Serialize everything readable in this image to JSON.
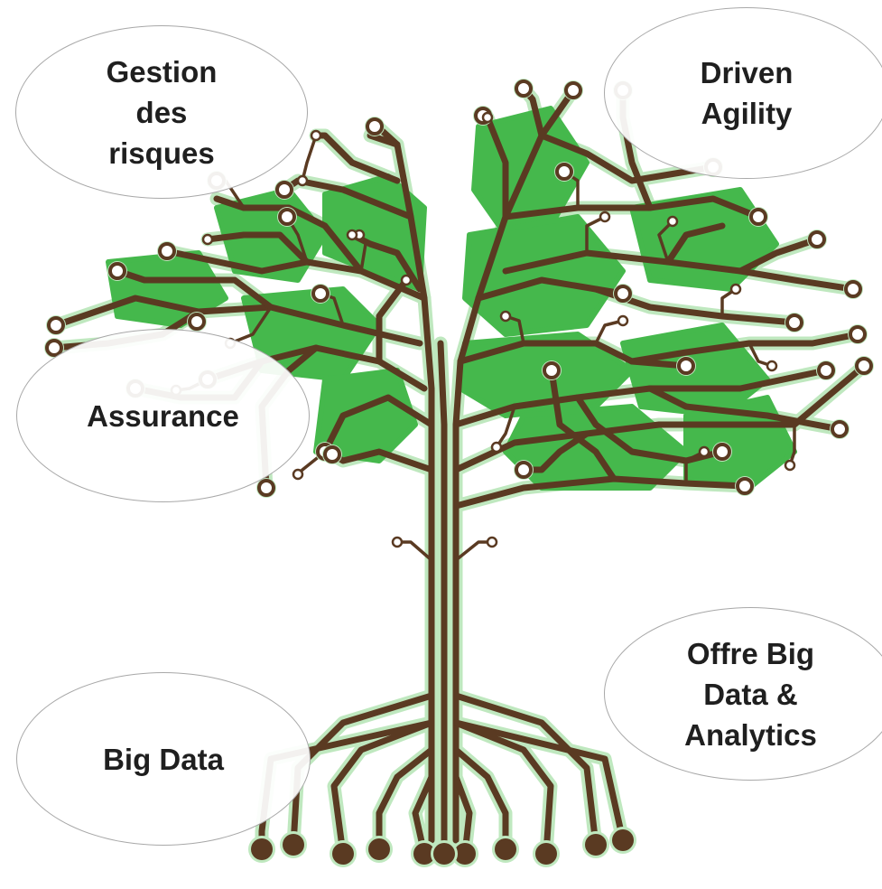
{
  "labels": {
    "gestion": "Gestion\ndes\nrisques",
    "driven": "Driven\nAgility",
    "assurance": "Assurance",
    "offre": "Offre Big\nData &\nAnalytics",
    "bigdata": "Big Data"
  },
  "colors": {
    "trace": "#5a3a22",
    "fill": "#45b84c",
    "halo": "#bfe8bf",
    "pad": "#ffffff",
    "bubble_border": "#a8a8a8",
    "text": "#1f1f1f"
  },
  "icons": {
    "tree": "circuit-tree-icon"
  }
}
